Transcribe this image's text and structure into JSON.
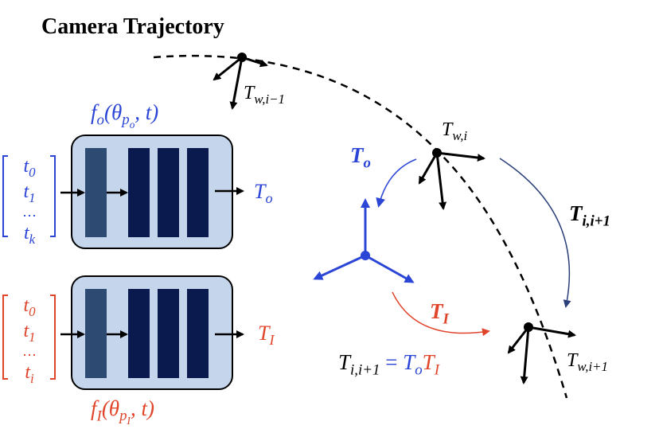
{
  "title": "Camera Trajectory",
  "labels": {
    "f_o": {
      "main": "f",
      "sub": "o",
      "arg_open": "(θ",
      "arg_sub": "p",
      "arg_subsub": "o",
      "arg_close": ", t)"
    },
    "f_I": {
      "main": "f",
      "sub": "I",
      "arg_open": "(θ",
      "arg_sub": "p",
      "arg_subsub": "I",
      "arg_close": ", t)"
    },
    "T_o_out": {
      "main": "T",
      "sub": "o"
    },
    "T_I_out": {
      "main": "T",
      "sub": "I"
    },
    "T_o_arrow": {
      "main": "T",
      "sub": "o"
    },
    "T_I_arrow": {
      "main": "T",
      "sub": "I"
    },
    "T_w_im1": {
      "main": "T",
      "sub": "w,i−1"
    },
    "T_w_i": {
      "main": "T",
      "sub": "w,i"
    },
    "T_w_ip1": {
      "main": "T",
      "sub": "w,i+1"
    },
    "T_i_ip1": {
      "main": "T",
      "sub": "i,i+1"
    },
    "equation": {
      "lhs": "T",
      "lhs_sub": "i,i+1",
      "eq": " = ",
      "t1": "T",
      "t1_sub": "o",
      "t2": "T",
      "t2_sub": "I"
    }
  },
  "input_vectors": {
    "top": [
      "t",
      "0",
      "t",
      "1",
      "⋯",
      "t",
      "k"
    ],
    "bottom": [
      "t",
      "0",
      "t",
      "1",
      "⋯",
      "t",
      "i"
    ]
  },
  "colors": {
    "blue": "#2b45d6",
    "red": "#e0442a",
    "box_fill": "#c5d6ec",
    "layer_first": "#2d4a72",
    "layer_dark": "#0a1a4f"
  }
}
